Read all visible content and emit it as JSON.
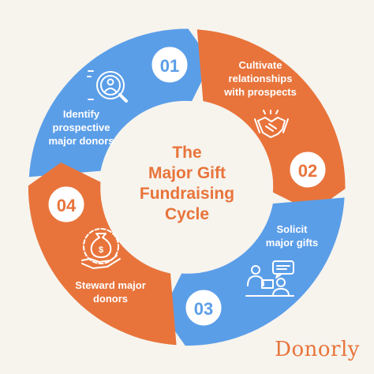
{
  "colors": {
    "blue": "#5b9ee8",
    "orange": "#e8743b",
    "background": "#f7f4ee",
    "center": "#f7f4ee"
  },
  "center_title": {
    "line1": "The",
    "line2": "Major Gift",
    "line3": "Fundraising",
    "line4": "Cycle"
  },
  "steps": [
    {
      "number": "01",
      "line1": "Identify",
      "line2": "prospective",
      "line3": "major donors",
      "icon": "magnifier-person-icon",
      "color": "blue"
    },
    {
      "number": "02",
      "line1": "Cultivate",
      "line2": "relationships",
      "line3": "with prospects",
      "icon": "handshake-icon",
      "color": "orange"
    },
    {
      "number": "03",
      "line1": "Solicit",
      "line2": "major gifts",
      "line3": "",
      "icon": "conversation-icon",
      "color": "blue"
    },
    {
      "number": "04",
      "line1": "Steward major",
      "line2": "donors",
      "line3": "",
      "icon": "money-bag-hand-icon",
      "color": "orange"
    }
  ],
  "brand": "Donorly"
}
